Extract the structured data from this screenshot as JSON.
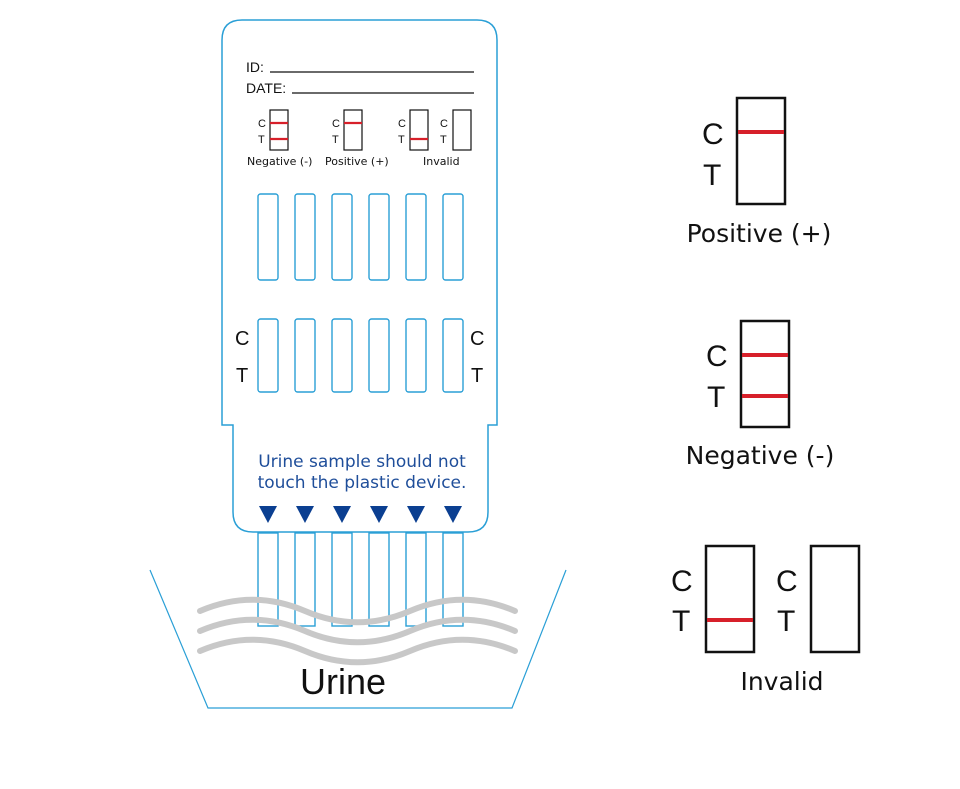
{
  "card": {
    "id_label": "ID:",
    "date_label": "DATE:",
    "mini_c": "C",
    "mini_t": "T",
    "key_negative": "Negative (-)",
    "key_positive": "Positive (+)",
    "key_invalid": "Invalid",
    "window_c": "C",
    "window_t": "T",
    "instruction_line1": "Urine sample should not",
    "instruction_line2": "touch the plastic device.",
    "strip_count": 6
  },
  "cup": {
    "label": "Urine"
  },
  "results": {
    "positive": {
      "c": "C",
      "t": "T",
      "label": "Positive (+)"
    },
    "negative": {
      "c": "C",
      "t": "T",
      "label": "Negative (-)"
    },
    "invalid": {
      "c": "C",
      "t": "T",
      "c2": "C",
      "t2": "T",
      "label": "Invalid"
    }
  },
  "colors": {
    "device_outline": "#2a9fd6",
    "instruction_text": "#1f4e9a",
    "arrow": "#0b3f91",
    "result_line": "#d7202a",
    "wave": "#c8c8c8",
    "cup_outline": "#2a9fd6",
    "text": "#111111"
  }
}
